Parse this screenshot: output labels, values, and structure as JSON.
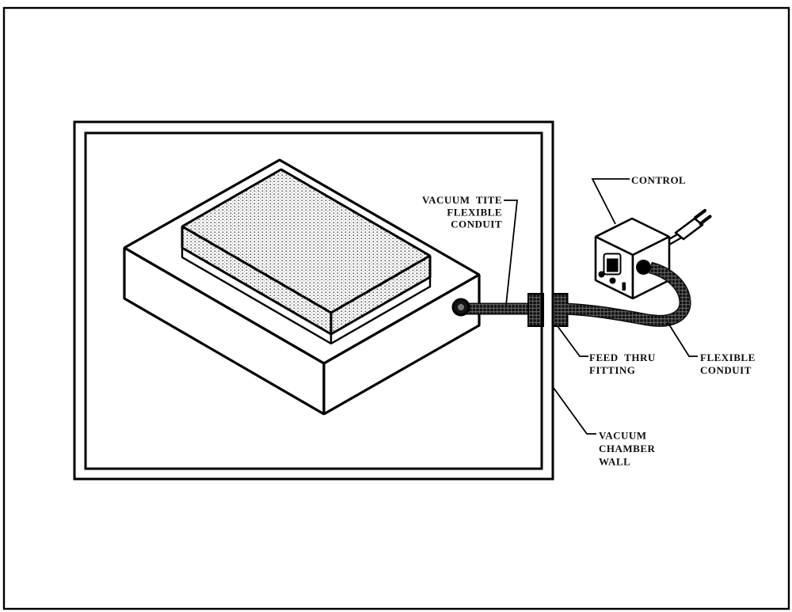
{
  "figure": {
    "kind": "technical line diagram",
    "colors": {
      "ink": "#000000",
      "paper": "#ffffff",
      "conduit_dark": "#101010",
      "texture_grid": "#6f6f6f"
    }
  },
  "labels": {
    "vacuum_tite_conduit": {
      "lines": [
        "VACUUM TITE",
        "FLEXIBLE",
        "CONDUIT"
      ]
    },
    "control": {
      "lines": [
        "CONTROL"
      ]
    },
    "feed_thru_fitting": {
      "lines": [
        "FEED THRU",
        "FITTING"
      ]
    },
    "flexible_conduit": {
      "lines": [
        "FLEXIBLE",
        "CONDUIT"
      ]
    },
    "vacuum_chamber_wall": {
      "lines": [
        "VACUUM",
        "CHAMBER",
        "WALL"
      ]
    }
  }
}
